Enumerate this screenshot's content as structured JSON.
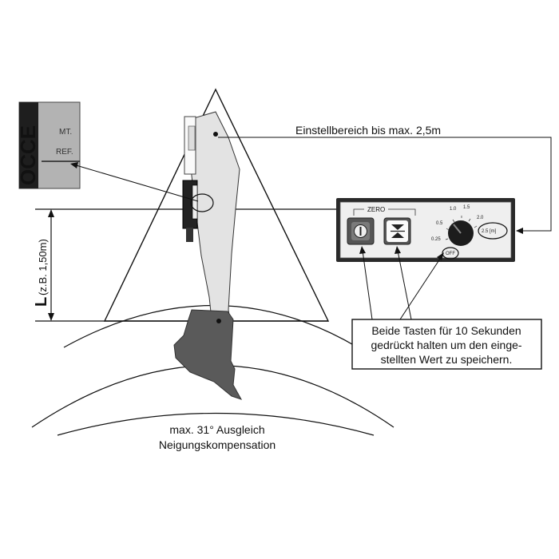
{
  "labels": {
    "range": "Einstellbereich bis max. 2,5m",
    "L": "L",
    "L_example": "(z.B. 1,50m)",
    "angle_line1": "max. 31° Ausgleich",
    "angle_line2": "Neigungskompensation"
  },
  "inset": {
    "brand": "OCCE",
    "mt": "MT.",
    "ref": "REF."
  },
  "panel": {
    "zero_label": "ZERO",
    "off_label": "OFF",
    "dial_unit": "2.5 [m]",
    "dial_scale": [
      "0.25",
      "0.5",
      "1.0",
      "1.5",
      "2.0"
    ]
  },
  "callout": {
    "line1": "Beide Tasten für 10 Sekunden",
    "line2": "gedrückt halten um den einge-",
    "line3": "stellten Wert zu speichern."
  },
  "colors": {
    "background": "#ffffff",
    "line": "#111111",
    "arm": "#e3e3e3",
    "bucket": "#5a5a5a",
    "panel": "#efefef",
    "dial": "#1c1c1c"
  }
}
